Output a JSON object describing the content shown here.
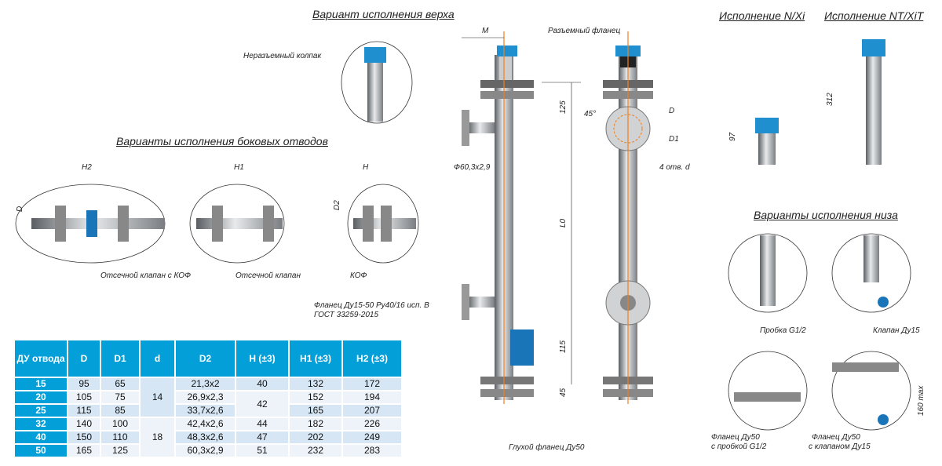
{
  "titles": {
    "top": "Вариант исполнения верха",
    "side": "Варианты исполнения боковых отводов",
    "nxi": "Исполнение N/Xi",
    "ntxit": "Исполнение NT/XiT",
    "bottom": "Варианты исполнения низа"
  },
  "labels": {
    "cap": "Неразъемный колпак",
    "flange_split": "Разъемный фланец",
    "m": "M",
    "pipe": "Ф60,3х2,9",
    "l0": "L0",
    "d125": "125",
    "d115": "115",
    "d45": "45",
    "angle": "45°",
    "D": "D",
    "D1": "D1",
    "holes": "4 отв. d",
    "flange_side": "Фланец Ду15-50 Ру40/16 исп. В",
    "gost": "ГОСТ 33259-2015",
    "blind": "Глухой фланец Ду50",
    "h312": "312",
    "h97": "97",
    "H2": "H2",
    "H1": "H1",
    "H": "H",
    "Dside": "D",
    "D2": "D2",
    "valve_kof": "Отсечной клапан с КОФ",
    "valve": "Отсечной клапан",
    "kof": "КОФ",
    "plug": "Пробка G1/2",
    "valve15": "Клапан Ду15",
    "fl_plug_1": "Фланец Ду50",
    "fl_plug_2": "с пробкой G1/2",
    "fl_valve_1": "Фланец Ду50",
    "fl_valve_2": "с клапаном Ду15",
    "max160": "160 max"
  },
  "table": {
    "headers": [
      "ДУ отвода",
      "D",
      "D1",
      "d",
      "D2",
      "H (±3)",
      "H1 (±3)",
      "H2 (±3)"
    ],
    "rows": [
      [
        "15",
        "95",
        "65",
        "14",
        "21,3x2",
        "40",
        "132",
        "172"
      ],
      [
        "20",
        "105",
        "75",
        "",
        "26,9x2,3",
        "42",
        "152",
        "194"
      ],
      [
        "25",
        "115",
        "85",
        "",
        "33,7x2,6",
        "",
        "165",
        "207"
      ],
      [
        "32",
        "140",
        "100",
        "18",
        "42,4x2,6",
        "44",
        "182",
        "226"
      ],
      [
        "40",
        "150",
        "110",
        "",
        "48,3x2,6",
        "47",
        "202",
        "249"
      ],
      [
        "50",
        "165",
        "125",
        "",
        "60,3x2,9",
        "51",
        "232",
        "283"
      ]
    ]
  },
  "colors": {
    "accent": "#029fd8",
    "steel": "#b8bcc0",
    "axis": "#f08020"
  }
}
